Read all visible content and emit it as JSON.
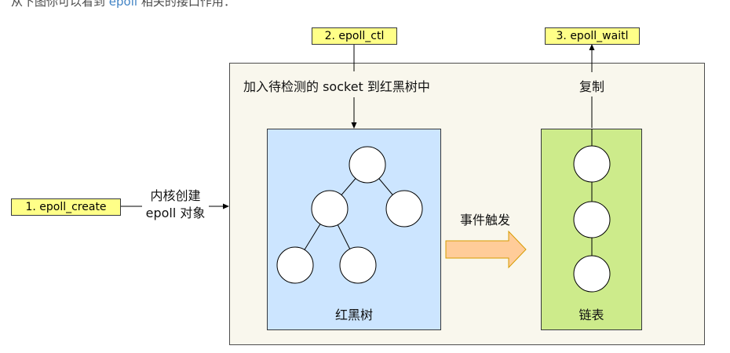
{
  "intro": {
    "prefix": "从下图你可以看到 ",
    "highlight": "epoll",
    "suffix": " 相关的接口作用："
  },
  "diagram": {
    "apis": {
      "create": "1. epoll_create",
      "ctl": "2. epoll_ctl",
      "wait": "3. epoll_waitl"
    },
    "labels": {
      "create_line1": "内核创建",
      "create_line2": "epoll 对象",
      "add_socket": "加入待检测的 socket 到红黑树中",
      "copy": "复制",
      "event_trigger": "事件触发",
      "rbtree": "红黑树",
      "linked_list": "链表"
    },
    "colors": {
      "api_fill": "#ffff88",
      "kernel_fill": "#f9f7ed",
      "rbtree_fill": "#cce5ff",
      "list_fill": "#cdeb8b",
      "event_arrow_fill": "#ffcc99",
      "event_arrow_stroke": "#d79b00"
    }
  }
}
